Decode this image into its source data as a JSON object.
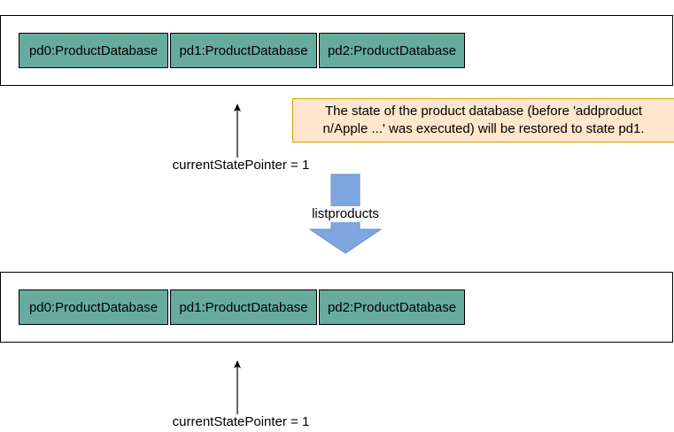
{
  "diagrams": [
    {
      "states": [
        "pd0:ProductDatabase",
        "pd1:ProductDatabase",
        "pd2:ProductDatabase"
      ],
      "pointer_label": "currentStatePointer = 1"
    },
    {
      "states": [
        "pd0:ProductDatabase",
        "pd1:ProductDatabase",
        "pd2:ProductDatabase"
      ],
      "pointer_label": "currentStatePointer = 1"
    }
  ],
  "note": {
    "line1": "The state of the product database (before 'addproduct",
    "line2": "n/Apple ...' was executed) will be restored to state pd1."
  },
  "command_label": "listproducts",
  "colors": {
    "state_fill": "#67AB9F",
    "note_fill": "#FFE6CC",
    "note_border": "#D79B00",
    "arrow_fill": "#7EA6E0",
    "arrow_stroke": "#6C8EBF"
  }
}
